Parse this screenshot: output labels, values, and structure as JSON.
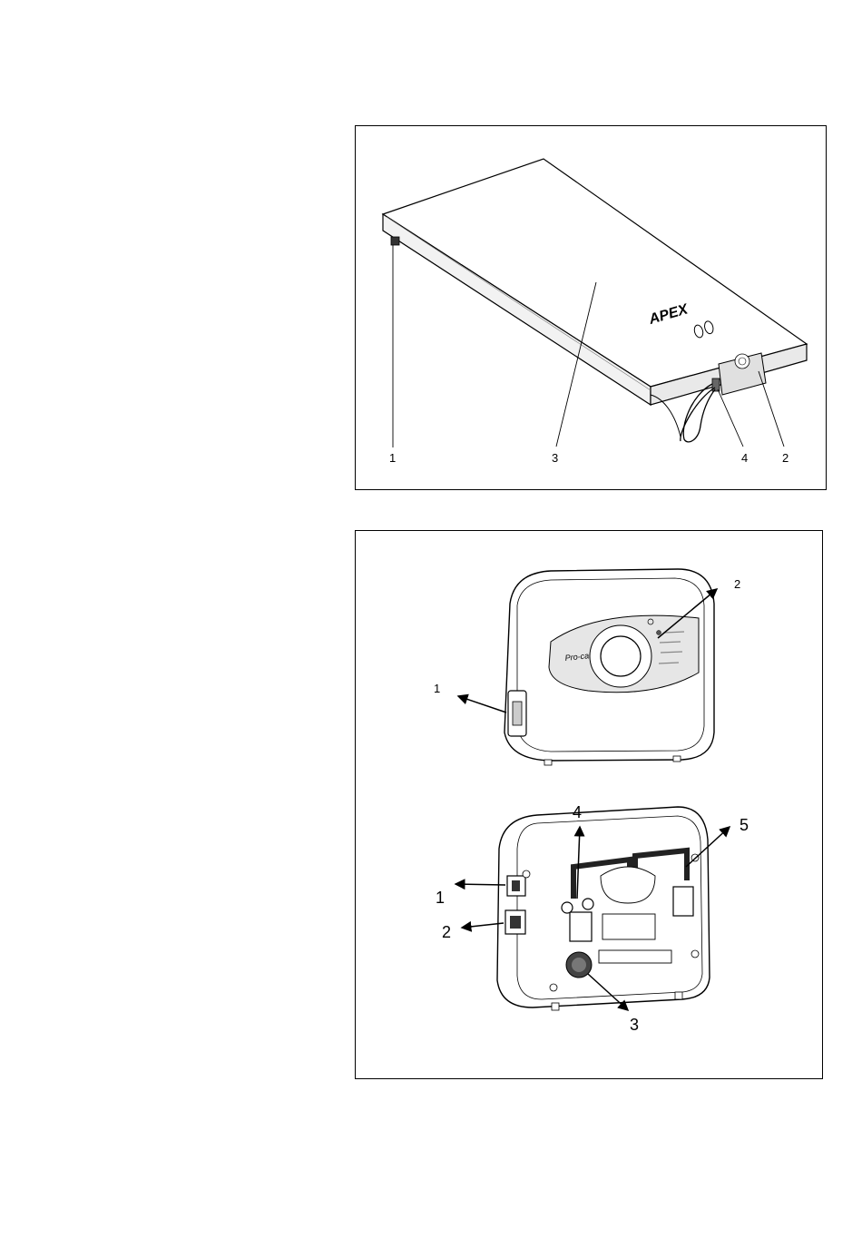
{
  "figure1": {
    "brand_logo": "APEX",
    "callouts": [
      "1",
      "3",
      "4",
      "2"
    ]
  },
  "figure2": {
    "front_view": {
      "model_label": "Pro-care 2",
      "callouts": [
        "2",
        "1"
      ]
    },
    "rear_view": {
      "callouts": [
        "4",
        "5",
        "1",
        "2",
        "3"
      ]
    }
  },
  "colors": {
    "line": "#000000",
    "panel_gray": "#e6e6e6",
    "background": "#ffffff"
  }
}
